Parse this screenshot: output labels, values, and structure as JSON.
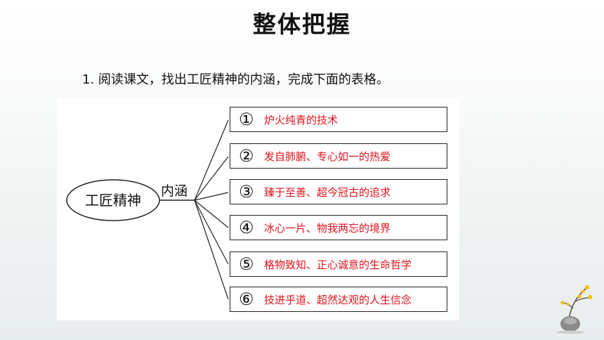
{
  "title": "整体把握",
  "instruction": "1. 阅读课文，找出工匠精神的内涵，完成下面的表格。",
  "diagram": {
    "root": "工匠精神",
    "branch": "内涵",
    "items": [
      {
        "num": "①",
        "text": "炉火纯青的技术"
      },
      {
        "num": "②",
        "text": "发自肺腑、专心如一的热爱"
      },
      {
        "num": "③",
        "text": "臻于至善、超今冠古的追求"
      },
      {
        "num": "④",
        "text": "冰心一片、物我两忘的境界"
      },
      {
        "num": "⑤",
        "text": "格物致知、正心诚意的生命哲学"
      },
      {
        "num": "⑥",
        "text": "技进乎道、超然达观的人生信念"
      }
    ]
  },
  "colors": {
    "answer": "#e0141e"
  },
  "icons": {
    "decoration": "plum-blossom-vase-icon"
  }
}
